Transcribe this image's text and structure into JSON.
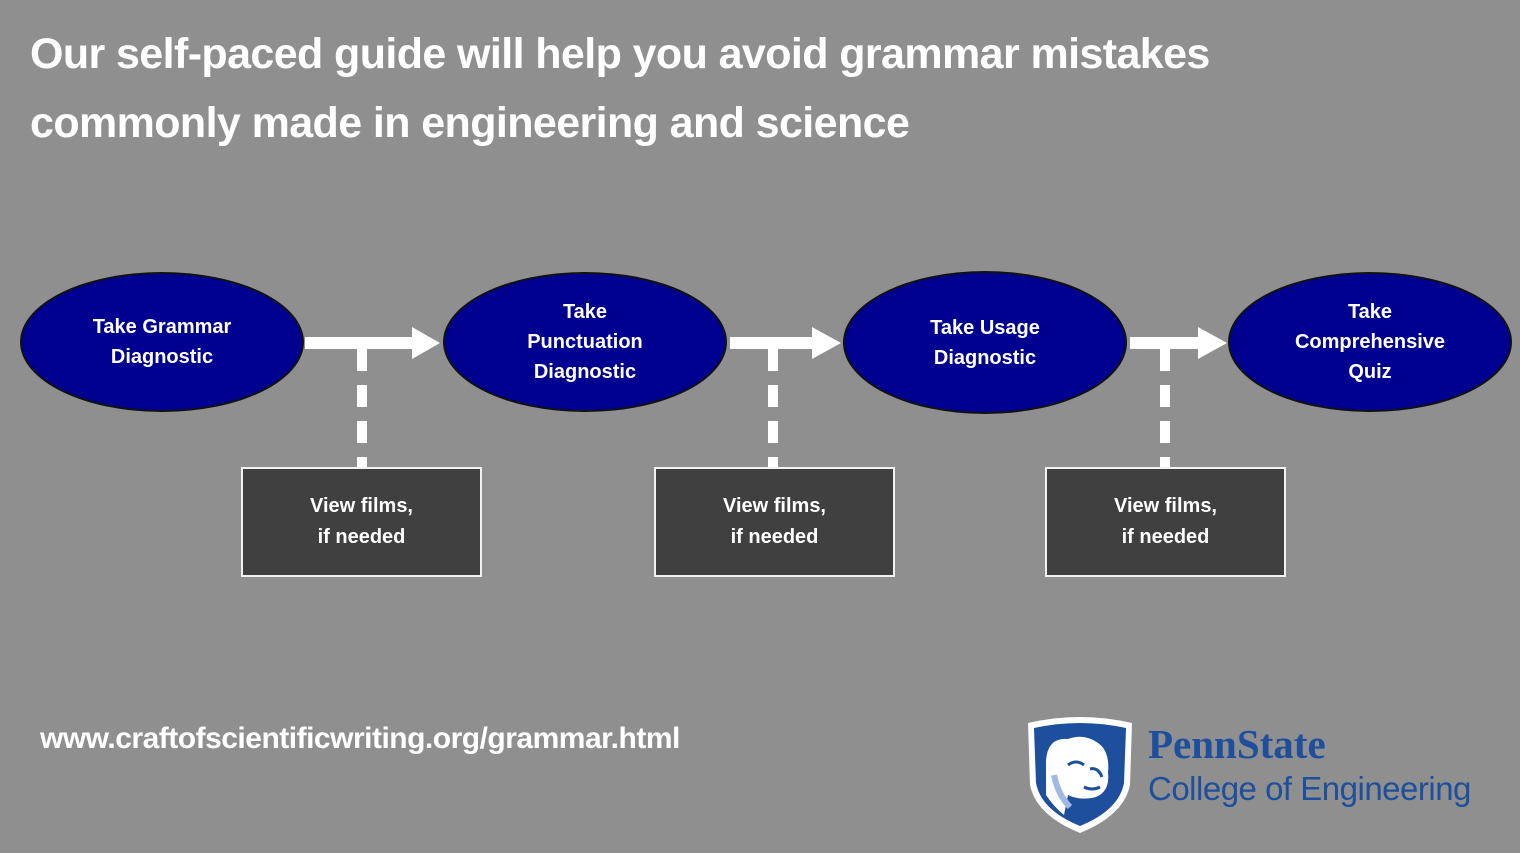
{
  "title": {
    "line1": "Our self-paced guide will help you avoid grammar mistakes",
    "line2": "commonly made in engineering and science"
  },
  "steps": [
    {
      "label": "Take Grammar\nDiagnostic"
    },
    {
      "label": "Take\nPunctuation\nDiagnostic"
    },
    {
      "label": "Take Usage\nDiagnostic"
    },
    {
      "label": "Take\nComprehensive\nQuiz"
    }
  ],
  "side_boxes": [
    {
      "label": "View films,\nif needed"
    },
    {
      "label": "View films,\nif needed"
    },
    {
      "label": "View films,\nif needed"
    }
  ],
  "url": "www.craftofscientificwriting.org/grammar.html",
  "logo": {
    "name": "PennState",
    "subtitle": "College of Engineering",
    "icon": "nittany-lion-shield-icon"
  },
  "colors": {
    "background": "#8f8f8f",
    "step_fill": "#000090",
    "box_fill": "#404040",
    "brand_blue": "#1e4f9c"
  }
}
